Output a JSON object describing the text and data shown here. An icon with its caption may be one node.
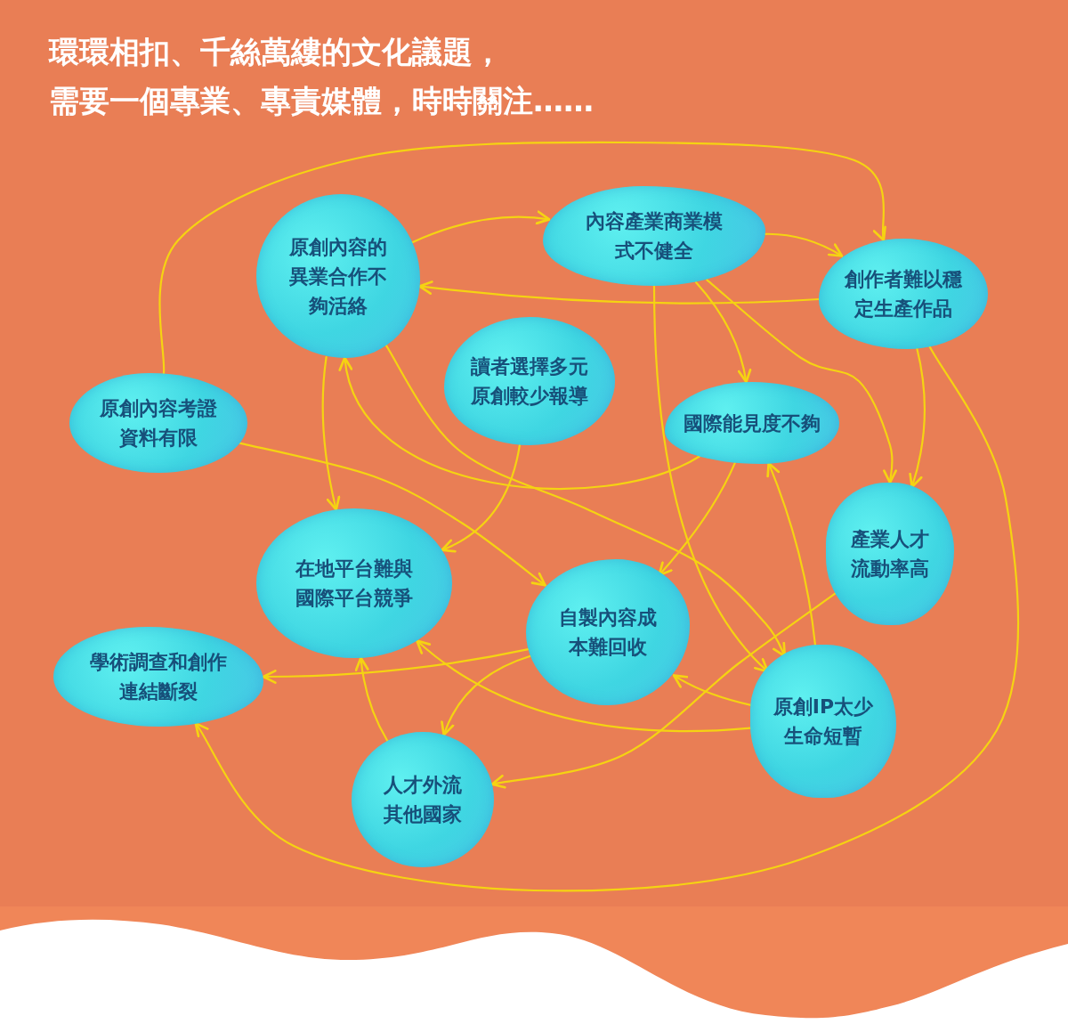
{
  "diagram": {
    "title": "環環相扣、千絲萬縷的文化議題，",
    "nodes": [
      {
        "text": [
          "原創內容的異業合作不夠活絡"
        ]
      },
      {
        "text": [
          "內容產業商業模式不健全"
        ]
      },
      {
        "text": [
          "創作者難以穩定生產作品"
        ]
      },
      {
        "text": [
          "讀者選擇多元原創較少報導"
        ]
      },
      {
        "text": [
          "原創內容考證資料有限"
        ]
      },
      {
        "text": [
          "國際能見度不夠"
        ]
      },
      {
        "text": [
          "產業人才流動率高"
        ]
      },
      {
        "text": [
          "在地平台難與國際平台競爭"
        ]
      },
      {
        "text": [
          "自製內容成本難回收"
        ]
      },
      {
        "text": [
          "學術調查和創作連結斷裂"
        ]
      },
      {
        "text": [
          "原創IP太少生命短暫"
        ]
      },
      {
        "text": [
          "人才外流其他國家"
        ]
      }
    ],
    "edges": [
      {
        "from": 0,
        "to": 1,
        "arrow": "to"
      },
      {
        "from": 1,
        "to": 2,
        "arrow": "to"
      },
      {
        "from": 2,
        "to": 0,
        "arrow": "to"
      },
      {
        "from": 4,
        "to": 2,
        "arrow": "to"
      },
      {
        "from": 1,
        "to": 5,
        "arrow": "to"
      },
      {
        "from": 1,
        "to": 6,
        "arrow": "to"
      },
      {
        "from": 2,
        "to": 6,
        "arrow": "to"
      },
      {
        "from": 2,
        "to": 9,
        "arrow": "to"
      },
      {
        "from": 1,
        "to": 10,
        "arrow": "to"
      },
      {
        "from": 0,
        "to": 7,
        "arrow": "to"
      },
      {
        "from": 0,
        "to": 10,
        "arrow": "to"
      },
      {
        "from": 5,
        "to": 0,
        "arrow": "to"
      },
      {
        "from": 4,
        "to": 8,
        "arrow": "to"
      },
      {
        "from": 3,
        "to": 7,
        "arrow": "to"
      },
      {
        "from": 5,
        "to": 8,
        "arrow": "to"
      },
      {
        "from": 10,
        "to": 5,
        "arrow": "to"
      },
      {
        "from": 10,
        "to": 8,
        "arrow": "to"
      },
      {
        "from": 10,
        "to": 7,
        "arrow": "to"
      },
      {
        "from": 6,
        "to": 11,
        "arrow": "to"
      },
      {
        "from": 8,
        "to": 9,
        "arrow": "to"
      },
      {
        "from": 8,
        "to": 11,
        "arrow": "to"
      },
      {
        "from": 11,
        "to": 7,
        "arrow": "to"
      }
    ],
    "labels": [
      "需要一個專業、專責媒體，時時關注……"
    ]
  }
}
